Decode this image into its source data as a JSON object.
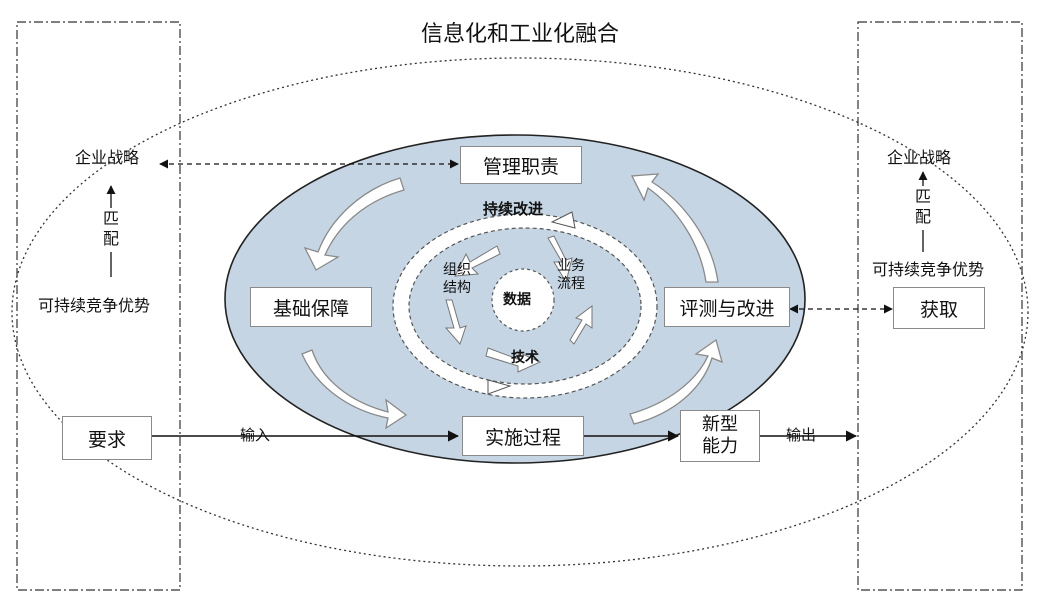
{
  "title": "信息化和工业化融合",
  "left_panel": {
    "top": "企业战略",
    "match": [
      "匹",
      "配"
    ],
    "bottom": "可持续竞争优势"
  },
  "right_panel": {
    "top": "企业战略",
    "match": [
      "匹",
      "配"
    ],
    "bottom": "可持续竞争优势",
    "acquire": "获取"
  },
  "requirement": "要求",
  "input_label": "输入",
  "output_label": "输出",
  "cycle": {
    "management": "管理职责",
    "foundation": "基础保障",
    "evaluation": "评测与改进",
    "implementation": "实施过程",
    "continuous": "持续改进",
    "core": "数据",
    "org": [
      "组织",
      "结构"
    ],
    "business": [
      "业务",
      "流程"
    ],
    "tech": "技术"
  },
  "new_capability": [
    "新型",
    "能力"
  ],
  "colors": {
    "inner_ellipse": "#c5d5e4",
    "stroke": "#333333"
  }
}
